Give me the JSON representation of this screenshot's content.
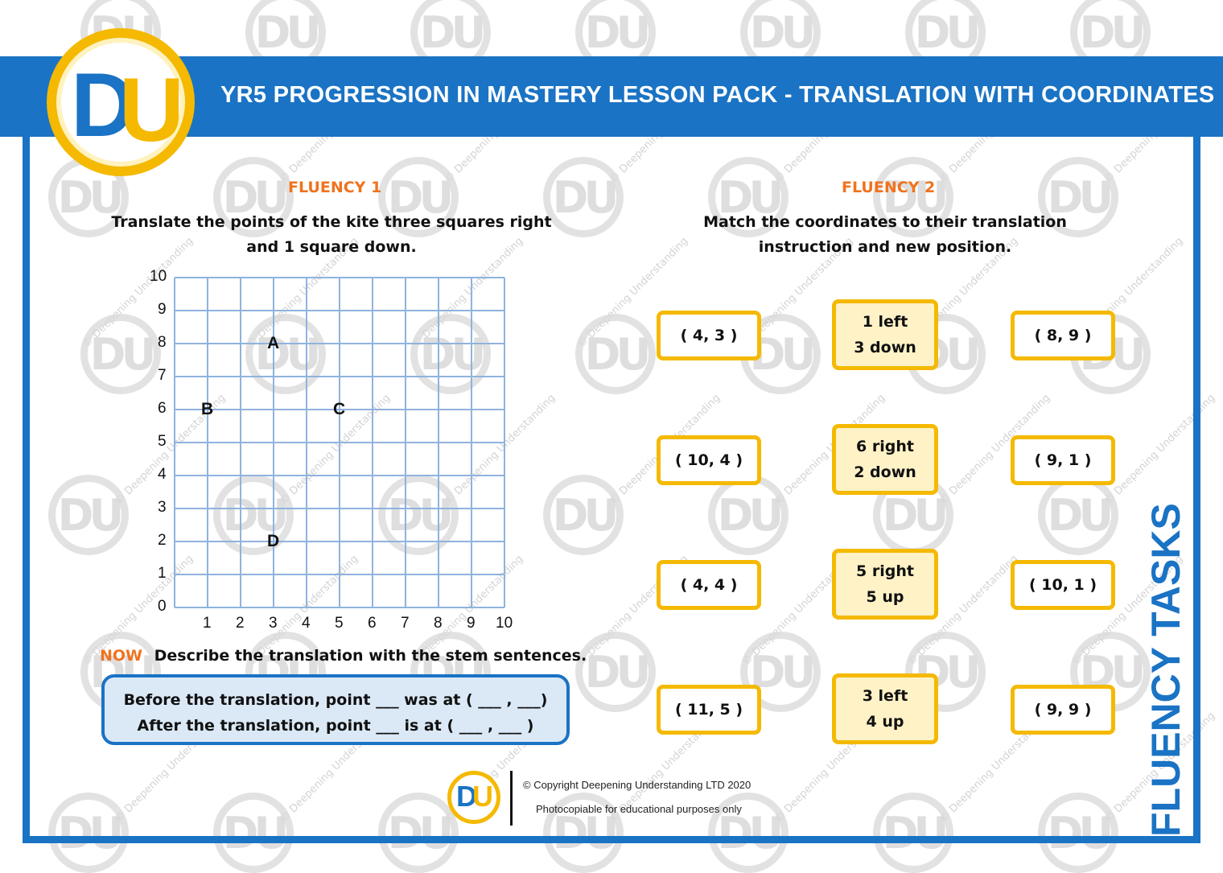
{
  "header": {
    "title": "YR5 PROGRESSION IN MASTERY LESSON PACK - TRANSLATION WITH COORDINATES",
    "logo_text": "DU",
    "brand_color": "#1a73c4",
    "accent_color": "#f4b900"
  },
  "watermark": {
    "logo_text": "DU",
    "text": "© Deepening Understanding"
  },
  "fluency1": {
    "title": "FLUENCY 1",
    "instruction_line1": "Translate the points of the kite three squares right",
    "instruction_line2": "and 1 square down.",
    "grid": {
      "x_labels": [
        "1",
        "2",
        "3",
        "4",
        "5",
        "6",
        "7",
        "8",
        "9",
        "10"
      ],
      "y_labels": [
        "0",
        "1",
        "2",
        "3",
        "4",
        "5",
        "6",
        "7",
        "8",
        "9",
        "10"
      ],
      "points": [
        {
          "label": "A",
          "x": 3,
          "y": 8
        },
        {
          "label": "B",
          "x": 1,
          "y": 6
        },
        {
          "label": "C",
          "x": 5,
          "y": 6
        },
        {
          "label": "D",
          "x": 3,
          "y": 2
        }
      ]
    },
    "now_label": "NOW",
    "now_text": "Describe the translation with the stem sentences.",
    "stem_line1": "Before the translation, point ___ was at ( ___ , ___)",
    "stem_line2": "After the translation, point ___ is at ( ___ , ___ )"
  },
  "fluency2": {
    "title": "FLUENCY 2",
    "instruction_line1": "Match the coordinates to their translation",
    "instruction_line2": "instruction and new position.",
    "rows": [
      {
        "left": "( 4, 3 )",
        "instr1": "1 left",
        "instr2": "3 down",
        "right": "( 8, 9 )"
      },
      {
        "left": "( 10, 4 )",
        "instr1": "6 right",
        "instr2": "2 down",
        "right": "( 9, 1 )"
      },
      {
        "left": "( 4, 4 )",
        "instr1": "5 right",
        "instr2": "5 up",
        "right": "( 10, 1 )"
      },
      {
        "left": "( 11, 5 )",
        "instr1": "3 left",
        "instr2": "4 up",
        "right": "( 9, 9 )"
      }
    ]
  },
  "side_label": "FLUENCY TASKS",
  "footer": {
    "logo_text": "DU",
    "copyright": "© Copyright Deepening Understanding LTD 2020",
    "note": "Photocopiable for educational purposes only"
  }
}
